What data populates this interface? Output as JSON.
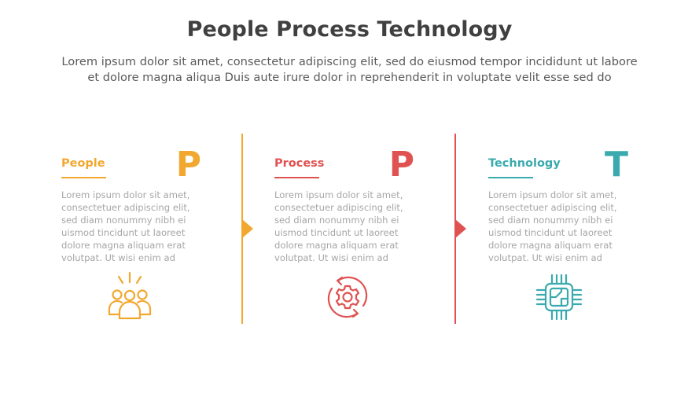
{
  "header": {
    "title": "People Process Technology",
    "subtitle_lines": [
      "Lorem ipsum dolor sit amet, consectetur adipiscing elit, sed do eiusmod tempor incididunt ut labore",
      "et dolore magna aliqua Duis aute irure dolor in reprehenderit in voluptate velit esse sed do"
    ]
  },
  "colors": {
    "people": "#f2a830",
    "process": "#e05252",
    "technology": "#3aaaae",
    "title": "#404040",
    "body_text": "#a6a6a6"
  },
  "columns": [
    {
      "heading": "People",
      "letter": "P",
      "color": "#f2a830",
      "icon": "people-group-icon",
      "body_lines": [
        "Lorem ipsum dolor sit amet,",
        "consectetuer adipiscing elit,",
        "sed diam nonummy nibh ei",
        "uismod tincidunt ut laoreet",
        "dolore magna aliquam erat",
        "volutpat. Ut wisi enim ad"
      ]
    },
    {
      "heading": "Process",
      "letter": "P",
      "color": "#e05252",
      "icon": "gear-cycle-icon",
      "body_lines": [
        "Lorem ipsum dolor sit amet,",
        "consectetuer adipiscing elit,",
        "sed diam nonummy nibh ei",
        "uismod tincidunt ut laoreet",
        "dolore magna aliquam erat",
        "volutpat. Ut wisi enim ad"
      ]
    },
    {
      "heading": "Technology",
      "letter": "T",
      "color": "#3aaaae",
      "icon": "cpu-chip-icon",
      "body_lines": [
        "Lorem ipsum dolor sit amet,",
        "consectetuer adipiscing elit,",
        "sed diam nonummy nibh ei",
        "uismod tincidunt ut laoreet",
        "dolore magna aliquam erat",
        "volutpat. Ut wisi enim ad"
      ]
    }
  ],
  "dividers": [
    {
      "color": "#f2a830"
    },
    {
      "color": "#e05252"
    }
  ]
}
